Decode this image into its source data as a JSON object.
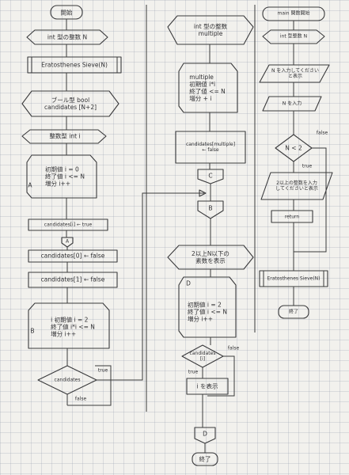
{
  "diagram": {
    "column1": {
      "start": "開始",
      "input_n": "int 型の整数 N",
      "call_sieve": "Eratosthenes Sieve(N)",
      "declare_bool": "ブール型 bool\ncandidates [N+2]",
      "declare_int": "整数型 int i",
      "loop1": "初期値 i = 0\n終了値 i <= N\n増分 i++",
      "loop1_marker": "A",
      "assign_true": "candidates[i] ← true",
      "connector_a": "A",
      "assign_false0": "candidates[0] ← false",
      "assign_false1": "candidates[1] ← false",
      "loop2": "i 初期値 i = 2\n終了値 i*i <= N\n増分 i++",
      "loop2_marker": "B",
      "decision": "candidates",
      "decision_true": "true",
      "decision_false": "false"
    },
    "column2": {
      "declare_multiple": "int 型の整数\nmultiple",
      "loop3": "multiple\n初期値 i*i\n終了値 <= N\n増分 + i",
      "assign_multiple": "candidates[multiple]\n← false",
      "connector_c": "C",
      "connector_b": "B",
      "output_header": "2以上N以下の\n素数を表示",
      "loop4_marker": "D",
      "loop4": "初期値 i = 2\n終了値 i <= N\n増分 i++",
      "decision": "candidates\n[i]",
      "decision_true": "true",
      "decision_false": "false",
      "print_i": "i を表示",
      "connector_d": "D",
      "end": "終了"
    },
    "column3": {
      "title": "main 関数開始",
      "declare_n": "int 型整数 N",
      "prompt": "N を入力してください\nと表示",
      "input_n": "N を入力",
      "decision": "N < 2",
      "decision_false": "false",
      "decision_true": "true",
      "error_message": "2以上の整数を入力\nしてくださいと表示",
      "return": "return",
      "call_sieve": "Eratosthenes Sieve(N)",
      "end": "終了"
    }
  }
}
